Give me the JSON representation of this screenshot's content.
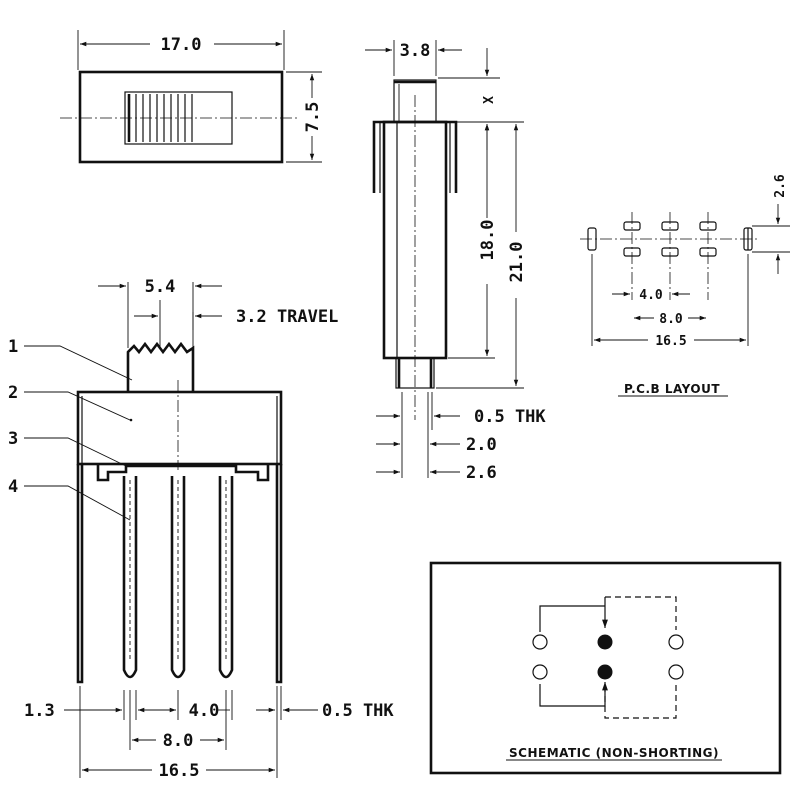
{
  "top_view": {
    "width_label": "17.0",
    "height_label": "7.5"
  },
  "side_view": {
    "width_label": "3.8",
    "x_label": "X",
    "body_height_label": "18.0",
    "total_height_label": "21.0",
    "pin_thickness_label": "0.5 THK",
    "dim_a_label": "2.0",
    "dim_b_label": "2.6"
  },
  "front_view": {
    "knob_width_label": "5.4",
    "travel_label": "3.2 TRAVEL",
    "callouts": [
      "1",
      "2",
      "3",
      "4"
    ],
    "edge_label": "1.3",
    "pitch_label": "4.0",
    "pin_thickness_label": "0.5 THK",
    "pin_span_label": "8.0",
    "overall_label": "16.5"
  },
  "pcb_layout": {
    "title": "P.C.B LAYOUT",
    "row_pitch_label": "2.6",
    "pitch_label": "4.0",
    "span_label": "8.0",
    "overall_label": "16.5"
  },
  "schematic": {
    "title": "SCHEMATIC (NON-SHORTING)"
  }
}
